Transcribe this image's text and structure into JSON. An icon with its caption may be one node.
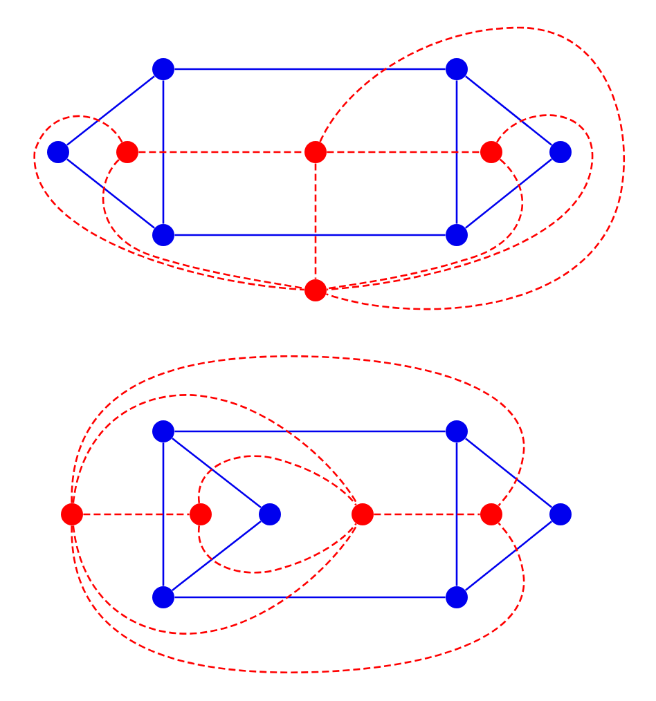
{
  "diagram": {
    "nodes": [
      {
        "text": [],
        "shape": "circle"
      },
      {
        "text": [],
        "shape": "circle"
      },
      {
        "text": [],
        "shape": "circle"
      },
      {
        "text": [],
        "shape": "circle"
      },
      {
        "text": [],
        "shape": "circle"
      },
      {
        "text": [],
        "shape": "circle"
      },
      {
        "text": [],
        "shape": "circle"
      },
      {
        "text": [],
        "shape": "circle"
      },
      {
        "text": [],
        "shape": "circle"
      },
      {
        "text": [],
        "shape": "circle"
      },
      {
        "text": [],
        "shape": "circle"
      },
      {
        "text": [],
        "shape": "circle"
      },
      {
        "text": [],
        "shape": "circle"
      },
      {
        "text": [],
        "shape": "circle"
      },
      {
        "text": [],
        "shape": "circle"
      },
      {
        "text": [],
        "shape": "circle"
      },
      {
        "text": [],
        "shape": "circle"
      },
      {
        "text": [],
        "shape": "circle"
      },
      {
        "text": [],
        "shape": "circle"
      },
      {
        "text": [],
        "shape": "circle"
      }
    ],
    "edges": [
      {
        "from": 0,
        "to": 1,
        "arrow": "none"
      },
      {
        "from": 0,
        "to": 2,
        "arrow": "none"
      },
      {
        "from": 2,
        "to": 7,
        "arrow": "none"
      },
      {
        "from": 0,
        "to": 7,
        "arrow": "none"
      },
      {
        "from": 7,
        "to": 8,
        "arrow": "none"
      },
      {
        "from": 1,
        "to": 8,
        "arrow": "none"
      },
      {
        "from": 1,
        "to": 6,
        "arrow": "none"
      },
      {
        "from": 6,
        "to": 8,
        "arrow": "none"
      },
      {
        "from": 3,
        "to": 4,
        "arrow": "none",
        "style": "dashed",
        "color": "#ff0000"
      },
      {
        "from": 4,
        "to": 5,
        "arrow": "none",
        "style": "dashed",
        "color": "#ff0000"
      },
      {
        "from": 4,
        "to": 9,
        "arrow": "none",
        "style": "dashed",
        "color": "#ff0000"
      },
      {
        "from": 4,
        "to": 9,
        "arrow": "none",
        "style": "dashed",
        "color": "#ff0000"
      },
      {
        "from": 3,
        "to": 9,
        "arrow": "none",
        "style": "dashed",
        "color": "#ff0000"
      },
      {
        "from": 3,
        "to": 9,
        "arrow": "none",
        "style": "dashed",
        "color": "#ff0000"
      },
      {
        "from": 5,
        "to": 9,
        "arrow": "none",
        "style": "dashed",
        "color": "#ff0000"
      },
      {
        "from": 5,
        "to": 9,
        "arrow": "none",
        "style": "dashed",
        "color": "#ff0000"
      },
      {
        "from": 10,
        "to": 11,
        "arrow": "none"
      },
      {
        "from": 10,
        "to": 18,
        "arrow": "none"
      },
      {
        "from": 18,
        "to": 19,
        "arrow": "none"
      },
      {
        "from": 11,
        "to": 19,
        "arrow": "none"
      },
      {
        "from": 11,
        "to": 17,
        "arrow": "none"
      },
      {
        "from": 17,
        "to": 19,
        "arrow": "none"
      },
      {
        "from": 10,
        "to": 14,
        "arrow": "none"
      },
      {
        "from": 14,
        "to": 18,
        "arrow": "none"
      },
      {
        "from": 12,
        "to": 13,
        "arrow": "none",
        "style": "dashed",
        "color": "#ff0000"
      },
      {
        "from": 13,
        "to": 15,
        "arrow": "none",
        "style": "dashed",
        "color": "#ff0000"
      },
      {
        "from": 13,
        "to": 15,
        "arrow": "none",
        "style": "dashed",
        "color": "#ff0000"
      },
      {
        "from": 15,
        "to": 16,
        "arrow": "none",
        "style": "dashed",
        "color": "#ff0000"
      },
      {
        "from": 12,
        "to": 15,
        "arrow": "none",
        "style": "dashed",
        "color": "#ff0000"
      },
      {
        "from": 12,
        "to": 15,
        "arrow": "none",
        "style": "dashed",
        "color": "#ff0000"
      },
      {
        "from": 12,
        "to": 16,
        "arrow": "none",
        "style": "dashed",
        "color": "#ff0000"
      },
      {
        "from": 12,
        "to": 16,
        "arrow": "none",
        "style": "dashed",
        "color": "#ff0000"
      }
    ]
  }
}
